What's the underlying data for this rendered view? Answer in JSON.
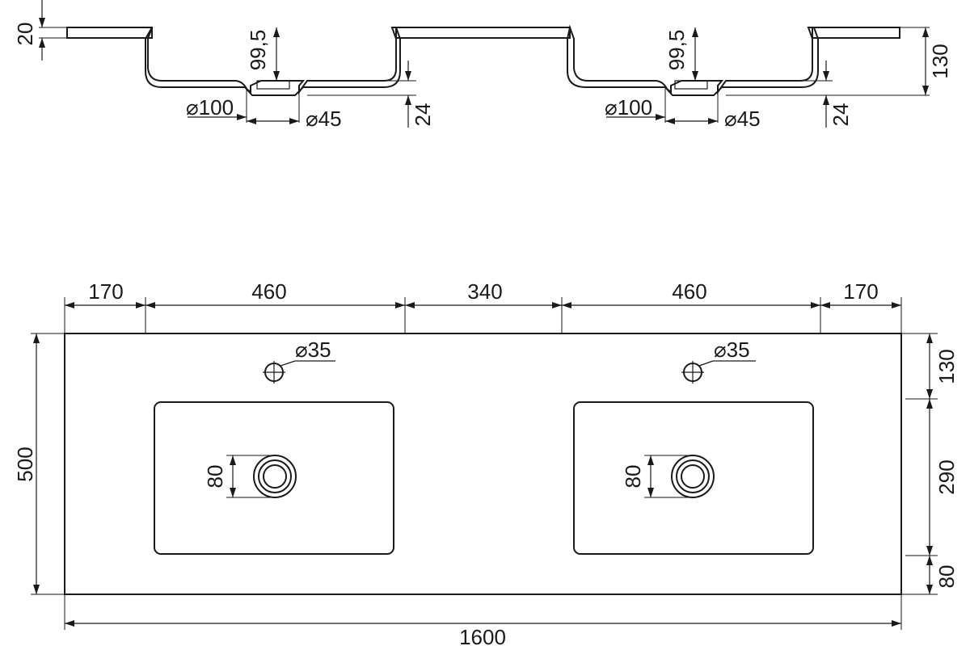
{
  "section_view": {
    "thickness": "20",
    "bowl_depth": "99,5",
    "overall_height": "130",
    "left_drain_outer": "⌀100",
    "left_drain_inner": "⌀45",
    "left_drain_height": "24",
    "right_drain_outer": "⌀100",
    "right_drain_inner": "⌀45",
    "right_drain_height": "24"
  },
  "plan_view": {
    "top_dims": [
      "170",
      "460",
      "340",
      "460",
      "170"
    ],
    "left_faucet_hole": "⌀35",
    "right_faucet_hole": "⌀35",
    "left_drain_size": "80",
    "right_drain_size": "80",
    "overall_depth": "500",
    "overall_width": "1600",
    "right_dims": [
      "130",
      "290",
      "80"
    ]
  }
}
